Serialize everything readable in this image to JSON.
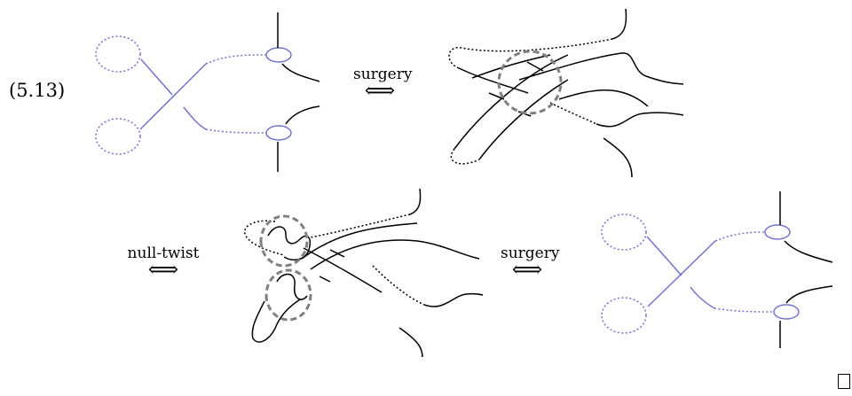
{
  "equation_label": "(5.13)",
  "operations": {
    "surgery_1": {
      "word": "surgery",
      "arrow": "⟺"
    },
    "null_twist": {
      "word": "null-twist",
      "arrow": "⟺"
    },
    "surgery_2": {
      "word": "surgery",
      "arrow": "⟺"
    }
  },
  "colors": {
    "framed_curve": "#6f72d8",
    "strand": "#000000",
    "highlight_circle": "#808080"
  },
  "end_symbol": "qed-box"
}
